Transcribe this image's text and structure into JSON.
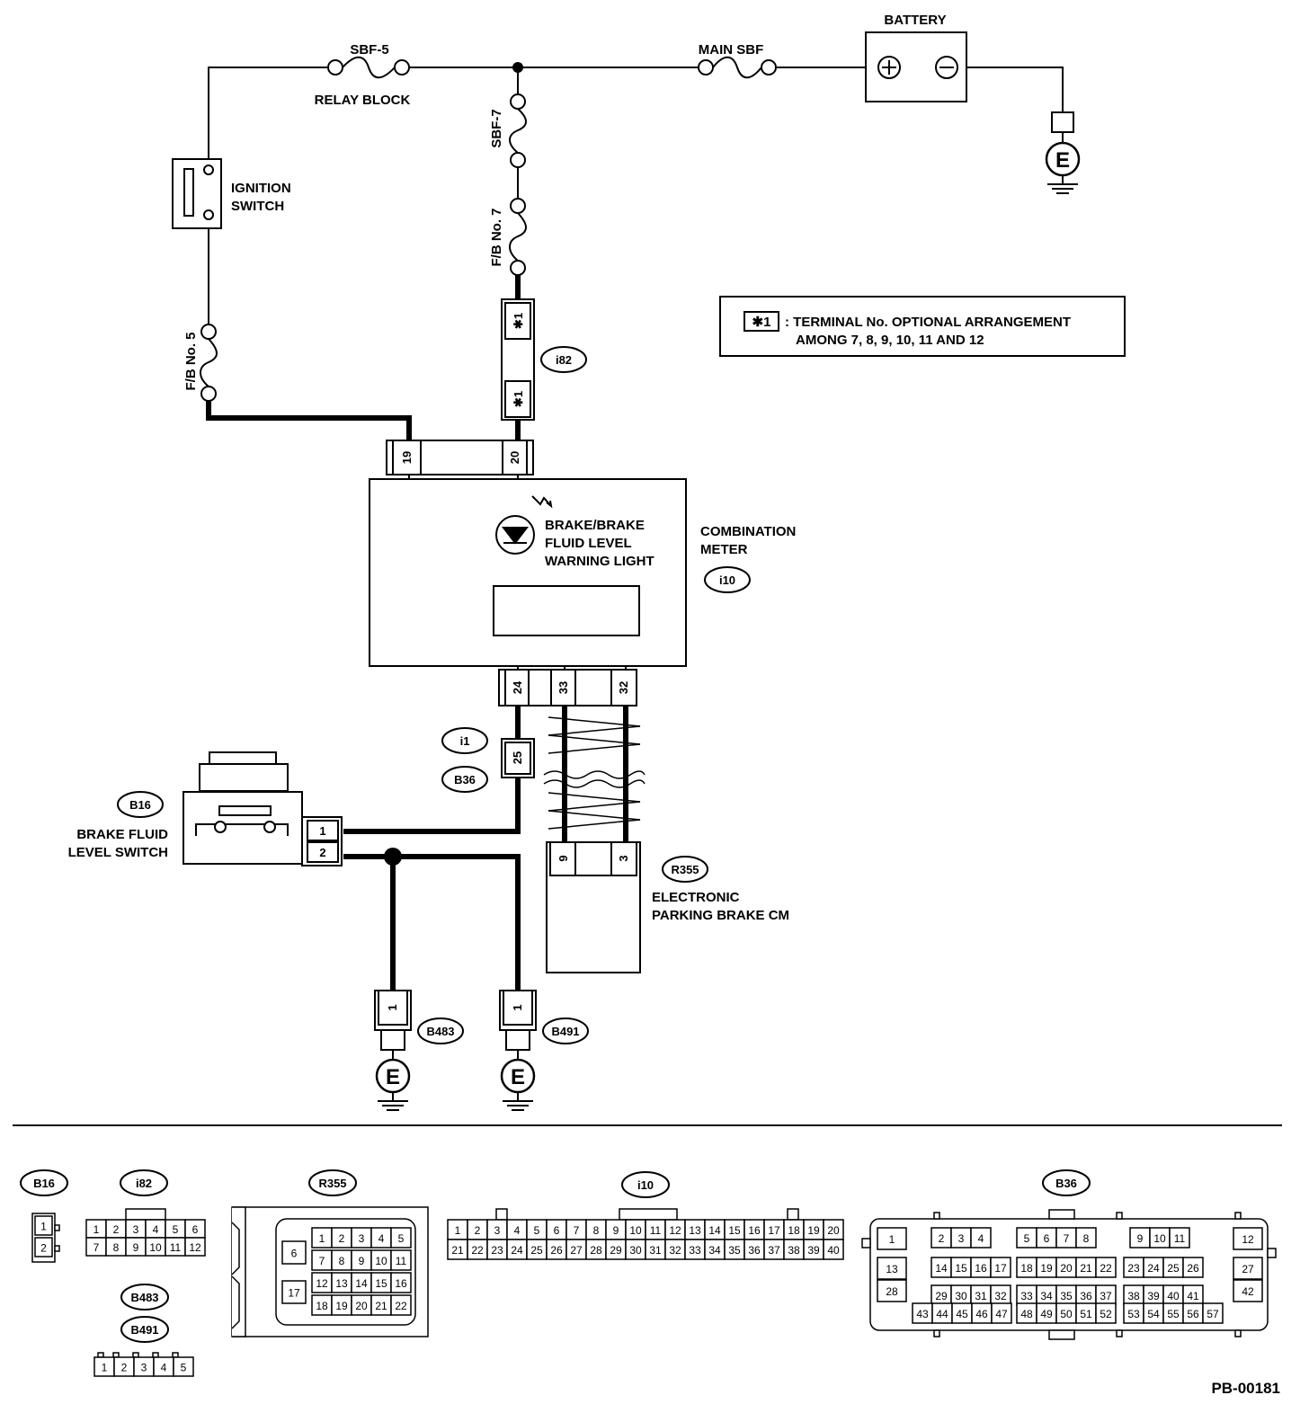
{
  "labels": {
    "battery": "BATTERY",
    "main_sbf": "MAIN SBF",
    "sbf5": "SBF-5",
    "relay_block": "RELAY BLOCK",
    "sbf7": "SBF-7",
    "ignition_switch_1": "IGNITION",
    "ignition_switch_2": "SWITCH",
    "fb7": "F/B No. 7",
    "fb5": "F/B No. 5",
    "combination_meter_1": "COMBINATION",
    "combination_meter_2": "METER",
    "warning_light_1": "BRAKE/BRAKE",
    "warning_light_2": "FLUID LEVEL",
    "warning_light_3": "WARNING LIGHT",
    "fluid_switch_1": "BRAKE FLUID",
    "fluid_switch_2": "LEVEL SWITCH",
    "epb_cm_1": "ELECTRONIC",
    "epb_cm_2": "PARKING BRAKE CM",
    "ground_symbol": "E",
    "page_code": "PB-00181"
  },
  "note": {
    "symbol": "✱1",
    "line1": ": TERMINAL No. OPTIONAL ARRANGEMENT",
    "line2": "AMONG 7, 8, 9, 10, 11 AND 12"
  },
  "connectors": {
    "i82": "i82",
    "i10": "i10",
    "i1": "i1",
    "B36": "B36",
    "B16": "B16",
    "R355": "R355",
    "B483": "B483",
    "B491": "B491"
  },
  "pins": {
    "i82_top": "✱1",
    "i82_bottom": "✱1",
    "meter_19": "19",
    "meter_20": "20",
    "meter_24": "24",
    "meter_33": "33",
    "meter_32": "32",
    "b36_25": "25",
    "b16_1": "1",
    "b16_2": "2",
    "r355_9": "9",
    "r355_3": "3",
    "b483_1": "1",
    "b491_1": "1"
  },
  "connector_faces": {
    "B16": [
      "1",
      "2"
    ],
    "i82": [
      [
        "1",
        "2",
        "3",
        "4",
        "5",
        "6"
      ],
      [
        "7",
        "8",
        "9",
        "10",
        "11",
        "12"
      ]
    ],
    "R355": {
      "left": [
        "6",
        "17"
      ],
      "rows": [
        [
          "1",
          "2",
          "3",
          "4",
          "5"
        ],
        [
          "7",
          "8",
          "9",
          "10",
          "11"
        ],
        [
          "12",
          "13",
          "14",
          "15",
          "16"
        ],
        [
          "18",
          "19",
          "20",
          "21",
          "22"
        ]
      ]
    },
    "B483_B491": [
      "1",
      "2",
      "3",
      "4",
      "5"
    ],
    "i10": [
      [
        "1",
        "2",
        "3",
        "4",
        "5",
        "6",
        "7",
        "8",
        "9",
        "10",
        "11",
        "12",
        "13",
        "14",
        "15",
        "16",
        "17",
        "18",
        "19",
        "20"
      ],
      [
        "21",
        "22",
        "23",
        "24",
        "25",
        "26",
        "27",
        "28",
        "29",
        "30",
        "31",
        "32",
        "33",
        "34",
        "35",
        "36",
        "37",
        "38",
        "39",
        "40"
      ]
    ],
    "B36": {
      "row1": [
        [
          "1"
        ],
        [
          "2",
          "3",
          "4"
        ],
        [
          "5",
          "6",
          "7",
          "8"
        ],
        [
          "9",
          "10",
          "11"
        ],
        [
          "12"
        ]
      ],
      "row2": [
        [
          "13"
        ],
        [
          "14",
          "15",
          "16",
          "17"
        ],
        [
          "18",
          "19",
          "20",
          "21",
          "22"
        ],
        [
          "23",
          "24",
          "25",
          "26"
        ],
        [
          "27"
        ]
      ],
      "row3": [
        [
          "28"
        ],
        [
          "29",
          "30",
          "31",
          "32"
        ],
        [
          "33",
          "34",
          "35",
          "36",
          "37"
        ],
        [
          "38",
          "39",
          "40",
          "41"
        ],
        [
          "42"
        ]
      ],
      "row4": [
        [
          "43",
          "44",
          "45",
          "46",
          "47"
        ],
        [
          "48",
          "49",
          "50",
          "51",
          "52"
        ],
        [
          "53",
          "54",
          "55",
          "56",
          "57"
        ]
      ]
    }
  }
}
